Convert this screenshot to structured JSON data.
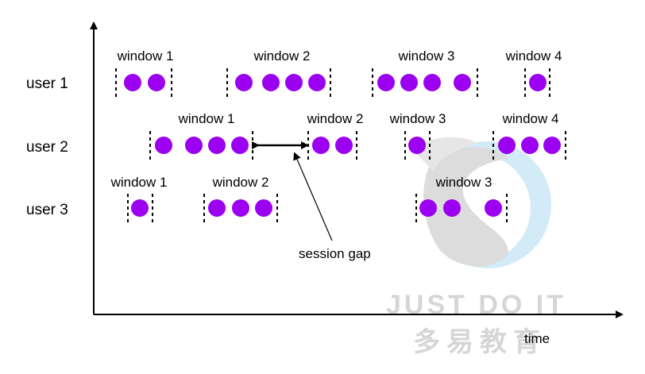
{
  "axis": {
    "x_label": "time"
  },
  "colors": {
    "event": "#9b00f0",
    "line": "#000000",
    "watermark_blue": "#cfe8f7",
    "watermark_gray": "#d9d9d9"
  },
  "rows": [
    {
      "label": "user 1",
      "windows": [
        {
          "label": "window 1",
          "events": 2
        },
        {
          "label": "window 2",
          "events": 4
        },
        {
          "label": "window 3",
          "events": 4
        },
        {
          "label": "window 4",
          "events": 1
        }
      ]
    },
    {
      "label": "user 2",
      "windows": [
        {
          "label": "window 1",
          "events": 4
        },
        {
          "label": "window 2",
          "events": 2
        },
        {
          "label": "window 3",
          "events": 1
        },
        {
          "label": "window 4",
          "events": 3
        }
      ]
    },
    {
      "label": "user 3",
      "windows": [
        {
          "label": "window 1",
          "events": 1
        },
        {
          "label": "window 2",
          "events": 3
        },
        {
          "label": "window 3",
          "events": 3
        }
      ]
    }
  ],
  "annotation": {
    "label": "session gap"
  },
  "watermark": {
    "line1": "JUST DO IT",
    "line2": "多易教育"
  }
}
